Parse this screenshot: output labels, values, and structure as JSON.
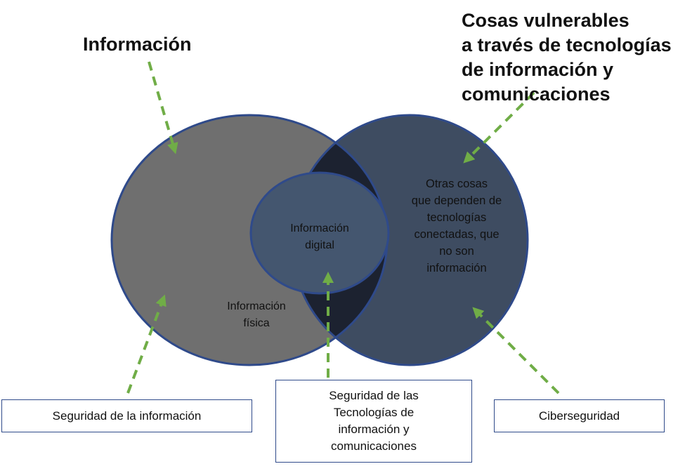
{
  "headings": {
    "informacion": "Información",
    "cosas_vulnerables": "Cosas vulnerables\na través de tecnologías\nde información y\ncomunicaciones"
  },
  "regions": {
    "informacion_digital": "Información\ndigital",
    "informacion_fisica": "Información\nfísica",
    "otras_cosas": "Otras cosas\nque dependen de\ntecnologías\nconectadas, que\nno son\ninformación"
  },
  "boxes": {
    "seguridad_informacion": "Seguridad de la información",
    "seguridad_tic": "Seguridad de las\nTecnologías de\ninformación y\ncomunicaciones",
    "ciberseguridad": "Ciberseguridad"
  },
  "colors": {
    "left_circle": "#6f6f6f",
    "right_circle": "#3e4c61",
    "lens": "#1c2230",
    "inner_circle": "#44566f",
    "outline": "#2f4a8a",
    "arrow": "#70ad47"
  }
}
